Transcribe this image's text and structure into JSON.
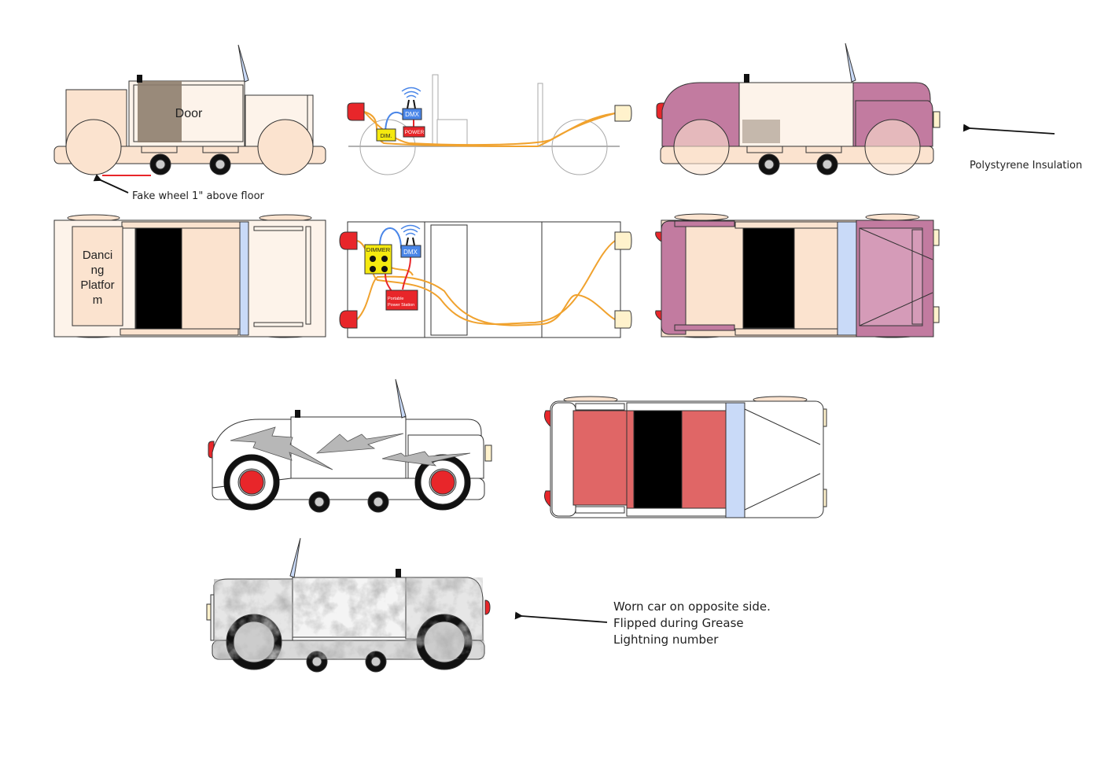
{
  "labels": {
    "door": "Door",
    "dim": "DIM.",
    "dmx_side": "DMX",
    "power": "POWER",
    "dancing_platform": [
      "Danci",
      "ng",
      "Platfor",
      "m"
    ],
    "dimmer": "DIMMER",
    "dmx_top": "DMX",
    "portable_power_station": [
      "Portable",
      "Power Station"
    ]
  },
  "annotations": {
    "fake_wheel": "Fake wheel 1\" above floor",
    "polystyrene": "Polystyrene Insulation",
    "worn_car": [
      "Worn car on opposite side.",
      "Flipped during Grease",
      "Lightning number"
    ]
  },
  "colors": {
    "plywood": "#fbe3cf",
    "plywood_light": "#fdf3ea",
    "mauve": "#c27ba0",
    "mauve_light": "#d59bb8",
    "cable": "#f0a22e",
    "dmx_blue": "#4a86e8",
    "dimmer_yellow": "#f5e90f",
    "power_red": "#e8262a",
    "tail_red": "#e8262a",
    "glass_blue": "#c9daf8",
    "seat_red": "#e06666",
    "headlight": "#fff2cc",
    "shadow_brown": "#8e7e6e",
    "grey_outline": "#999999"
  },
  "icons": [
    "wireless-antenna-icon",
    "lightning-bolt-icon",
    "arrow-icon"
  ]
}
